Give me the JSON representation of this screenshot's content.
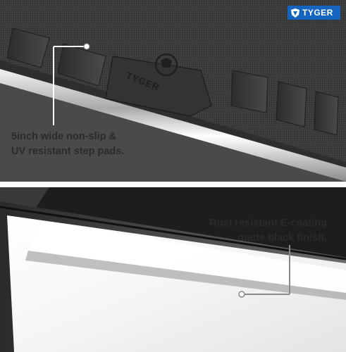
{
  "brand": {
    "name": "TYGER",
    "color": "#1565c0"
  },
  "step_pad": {
    "emboss_text": "TYGER"
  },
  "callouts": {
    "top": {
      "line1": "5inch wide non-slip &",
      "line2": "UV resistant step pads."
    },
    "bottom": {
      "line1": "Rust resistant E-coating",
      "line2": "matte black finish."
    }
  }
}
